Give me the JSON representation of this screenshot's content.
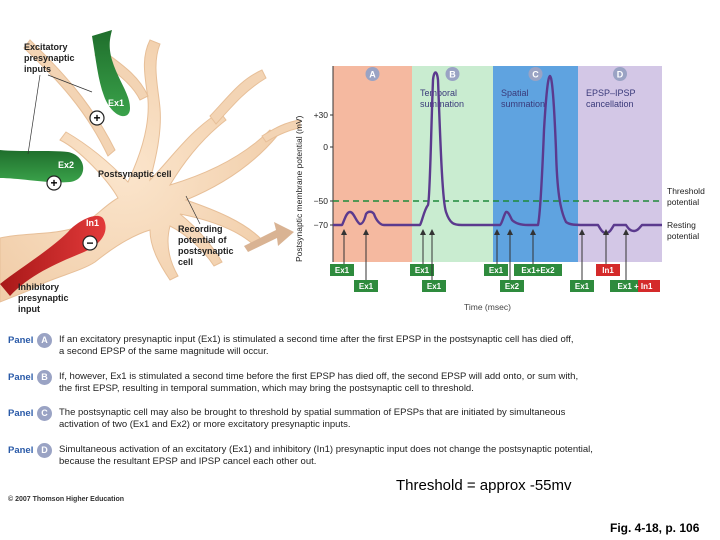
{
  "neuron": {
    "excitatory_label": [
      "Excitatory",
      "presynaptic",
      "inputs"
    ],
    "ex1": "Ex1",
    "ex2": "Ex2",
    "in1": "In1",
    "plus": "+",
    "minus": "−",
    "postsynaptic_cell": "Postsynaptic cell",
    "recording_label": [
      "Recording",
      "potential of",
      "postsynaptic",
      "cell"
    ],
    "inhibitory_label": [
      "Inhibitory",
      "presynaptic",
      "input"
    ]
  },
  "graph": {
    "ylabel": "Postsynaptic membrane potential (mV)",
    "yticks": [
      "+30",
      "0",
      "−50",
      "−70"
    ],
    "xlabel": "Time (msec)",
    "threshold_label": [
      "Threshold",
      "potential"
    ],
    "resting_label": [
      "Resting",
      "potential"
    ],
    "panels": [
      {
        "letter": "A",
        "title": [],
        "color": "#f5b9a0"
      },
      {
        "letter": "B",
        "title": [
          "Temporal",
          "summation"
        ],
        "color": "#c9ecd0"
      },
      {
        "letter": "C",
        "title": [
          "Spatial",
          "summation"
        ],
        "color": "#5fa3e0"
      },
      {
        "letter": "D",
        "title": [
          "EPSP–IPSP",
          "cancellation"
        ],
        "color": "#d3c7e6"
      }
    ],
    "input_boxes": [
      {
        "label": "Ex1",
        "kind": "ex"
      },
      {
        "label": "Ex1",
        "kind": "ex"
      },
      {
        "label": "Ex1",
        "kind": "ex"
      },
      {
        "label": "Ex1",
        "kind": "ex"
      },
      {
        "label": "Ex1",
        "kind": "ex"
      },
      {
        "label": "Ex1+Ex2",
        "kind": "ex"
      },
      {
        "label": "Ex2",
        "kind": "ex"
      },
      {
        "label": "In1",
        "kind": "in"
      },
      {
        "label": "Ex1",
        "kind": "ex"
      },
      {
        "label": "Ex1 + In1",
        "kind": "mix"
      }
    ],
    "colors": {
      "trace": "#5b3a8e",
      "threshold": "#1f8a3a",
      "excitatory": "#2e8b3d",
      "inhibitory": "#d42a2a"
    }
  },
  "panel_notes": [
    {
      "tag": "Panel",
      "letter": "A",
      "lines": [
        "If an excitatory presynaptic input (Ex1) is stimulated a second time after the first EPSP in the postsynaptic cell has died off,",
        "a second EPSP of the same magnitude will occur."
      ]
    },
    {
      "tag": "Panel",
      "letter": "B",
      "lines": [
        "If, however, Ex1 is stimulated a second time before the first EPSP has died off, the second EPSP will add onto, or sum with,",
        "the first EPSP, resulting in temporal summation, which may bring the postsynaptic cell to threshold."
      ]
    },
    {
      "tag": "Panel",
      "letter": "C",
      "lines": [
        "The postsynaptic cell may also be brought to threshold by spatial summation of EPSPs that are initiated by simultaneous",
        "activation of two (Ex1 and Ex2) or more excitatory presynaptic inputs."
      ]
    },
    {
      "tag": "Panel",
      "letter": "D",
      "lines": [
        "Simultaneous activation of an excitatory (Ex1) and inhibitory (In1) presynaptic input does not change the postsynaptic potential,",
        "because the resultant EPSP and IPSP cancel each other out."
      ]
    }
  ],
  "footer": {
    "copyright": "© 2007 Thomson Higher Education",
    "threshold_note": "Threshold = approx -55mv",
    "fig_ref": "Fig. 4-18, p. 106"
  }
}
